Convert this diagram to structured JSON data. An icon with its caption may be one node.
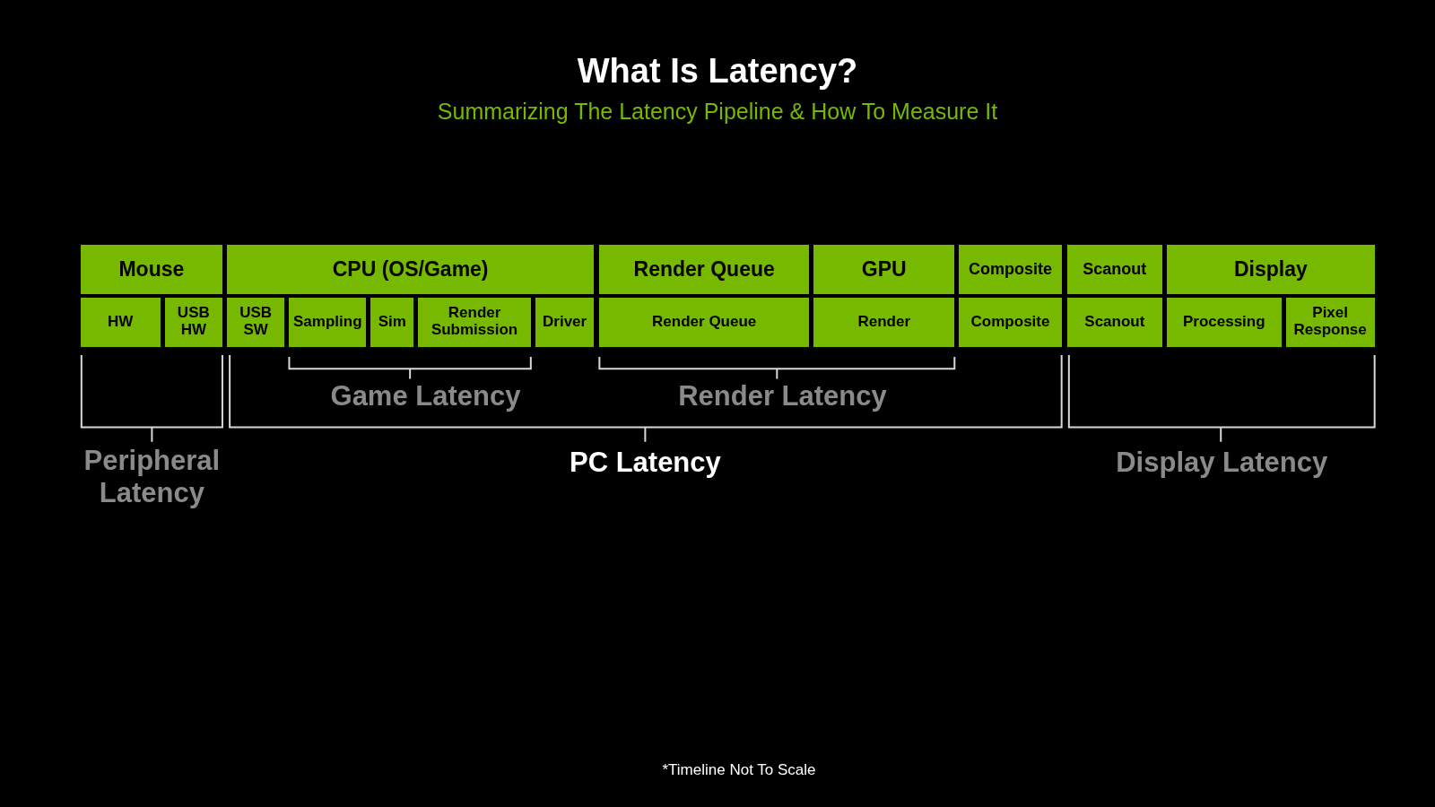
{
  "diagram": {
    "title": "What Is Latency?",
    "nodes": [
      {
        "text": [
          "Mouse"
        ]
      },
      {
        "text": [
          "CPU (OS/Game)"
        ]
      },
      {
        "text": [
          "Render Queue"
        ]
      },
      {
        "text": [
          "GPU"
        ]
      },
      {
        "text": [
          "Composite"
        ]
      },
      {
        "text": [
          "Scanout"
        ]
      },
      {
        "text": [
          "Display"
        ]
      },
      {
        "text": [
          "HW"
        ]
      },
      {
        "text": [
          "USB HW"
        ]
      },
      {
        "text": [
          "USB SW"
        ]
      },
      {
        "text": [
          "Sampling"
        ]
      },
      {
        "text": [
          "Sim"
        ]
      },
      {
        "text": [
          "Render Submission"
        ]
      },
      {
        "text": [
          "Driver"
        ]
      },
      {
        "text": [
          "Render Queue"
        ]
      },
      {
        "text": [
          "Render"
        ]
      },
      {
        "text": [
          "Composite"
        ]
      },
      {
        "text": [
          "Scanout"
        ]
      },
      {
        "text": [
          "Processing"
        ]
      },
      {
        "text": [
          "Pixel Response"
        ]
      }
    ],
    "labels": [
      "Summarizing The Latency Pipeline & How To Measure It",
      "Game Latency",
      "Render Latency",
      "Peripheral Latency",
      "PC Latency",
      "Display Latency",
      "*Timeline Not To Scale"
    ]
  }
}
